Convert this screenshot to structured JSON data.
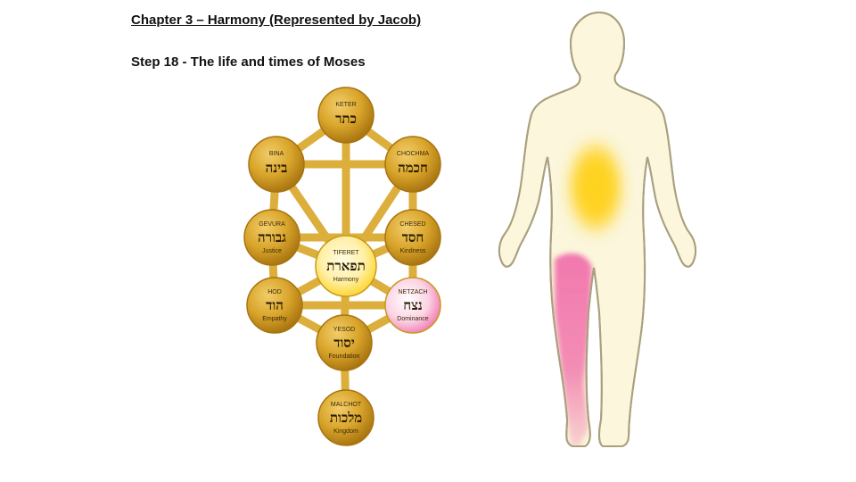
{
  "header": {
    "title": "Chapter 3 – Harmony (Represented by Jacob)",
    "subtitle": "Step 18 -   The life and times of Moses"
  },
  "tree": {
    "sefirot": [
      {
        "key": "keter",
        "name": "KETER",
        "hebrew": "כתר",
        "translation": "",
        "style": "gold"
      },
      {
        "key": "bina",
        "name": "BINA",
        "hebrew": "בינה",
        "translation": "",
        "style": "gold"
      },
      {
        "key": "chochma",
        "name": "CHOCHMA",
        "hebrew": "חכמה",
        "translation": "",
        "style": "gold"
      },
      {
        "key": "gevura",
        "name": "GEVURA",
        "hebrew": "גבורה",
        "translation": "Justice",
        "style": "gold"
      },
      {
        "key": "chesed",
        "name": "CHESED",
        "hebrew": "חסד",
        "translation": "Kindness",
        "style": "gold"
      },
      {
        "key": "tiferet",
        "name": "TIFERET",
        "hebrew": "תפארת",
        "translation": "Harmony",
        "style": "yellow"
      },
      {
        "key": "hod",
        "name": "HOD",
        "hebrew": "הוד",
        "translation": "Empathy",
        "style": "gold"
      },
      {
        "key": "netzach",
        "name": "NETZACH",
        "hebrew": "נצח",
        "translation": "Dominance",
        "style": "pink"
      },
      {
        "key": "yesod",
        "name": "YESOD",
        "hebrew": "יסוד",
        "translation": "Foundation",
        "style": "gold"
      },
      {
        "key": "malchut",
        "name": "MALCHOT",
        "hebrew": "מלכות",
        "translation": "Kingdom",
        "style": "gold"
      }
    ],
    "colors": {
      "gold": "#d9a52b",
      "gold_dark": "#a87410",
      "path": "#dcae3c",
      "highlight_yellow": "#ffd21e",
      "highlight_pink": "#f06aa8"
    }
  },
  "figure": {
    "colors": {
      "skin": "#fbf6dc",
      "outline": "#a9a07e",
      "torso_glow": "#ffd21e",
      "leg_glow": "#f06aa8"
    }
  }
}
